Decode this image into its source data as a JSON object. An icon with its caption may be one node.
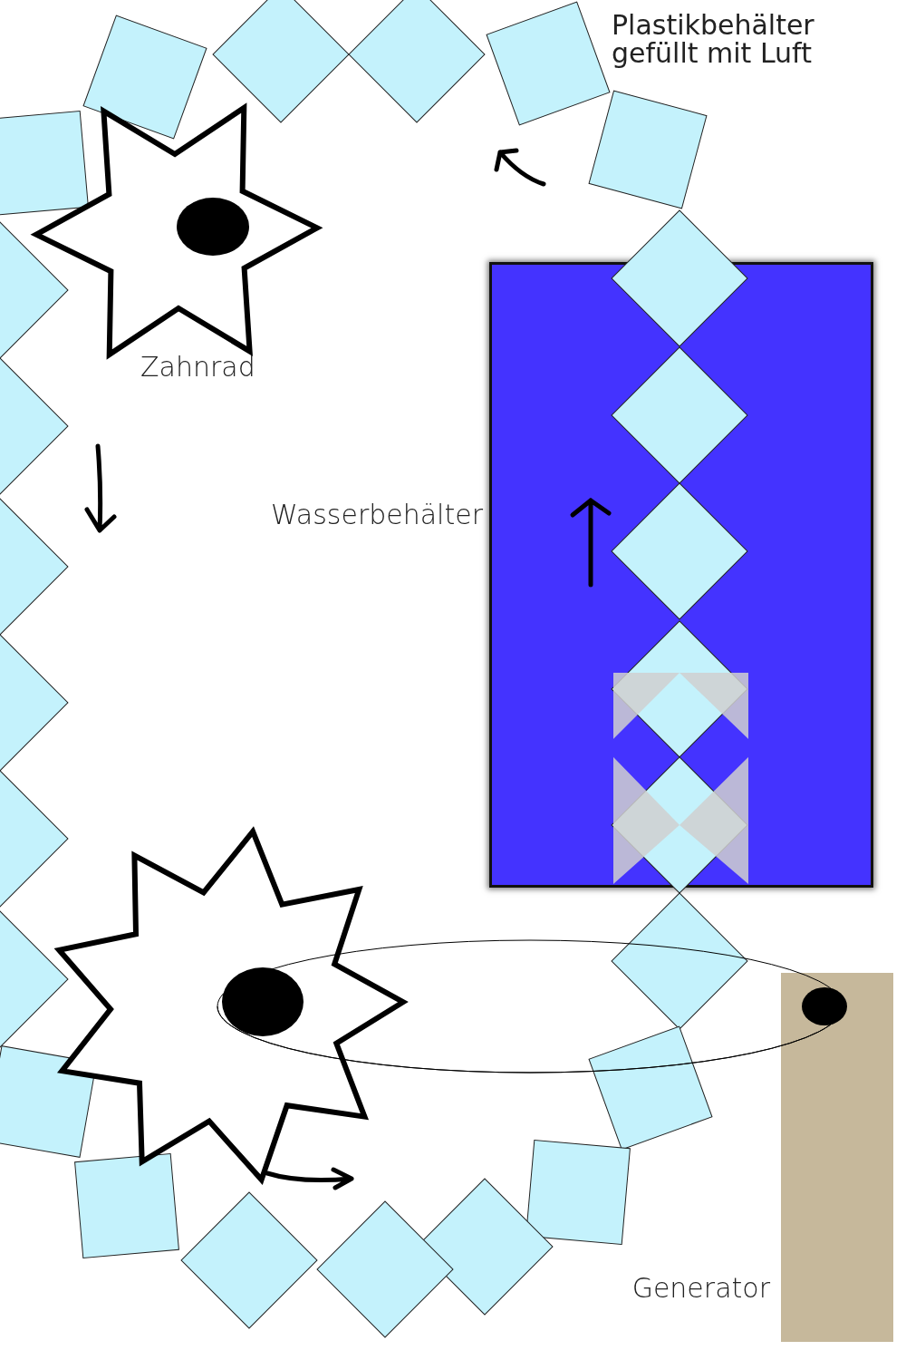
{
  "diagram": {
    "nodes": [
      {
        "text": [
          "Zahnrad"
        ]
      },
      {
        "text": [],
        "shape": "gear"
      },
      {
        "text": [
          "Wasserbehälter"
        ]
      },
      {
        "text": [
          "Generator"
        ]
      }
    ],
    "edges": [
      {
        "from": 1,
        "to": 3,
        "arrow": "none"
      }
    ],
    "labels": [
      "Plastikbehälter gefüllt mit Luft"
    ]
  }
}
